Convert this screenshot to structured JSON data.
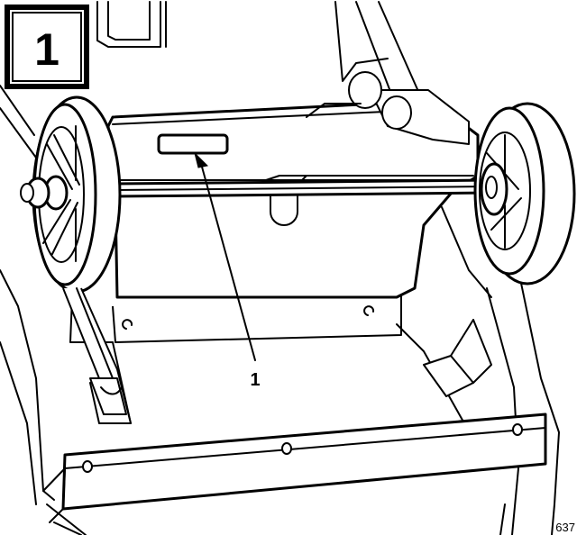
{
  "step_number": "1",
  "callout_label": "1",
  "figure_code": "637"
}
